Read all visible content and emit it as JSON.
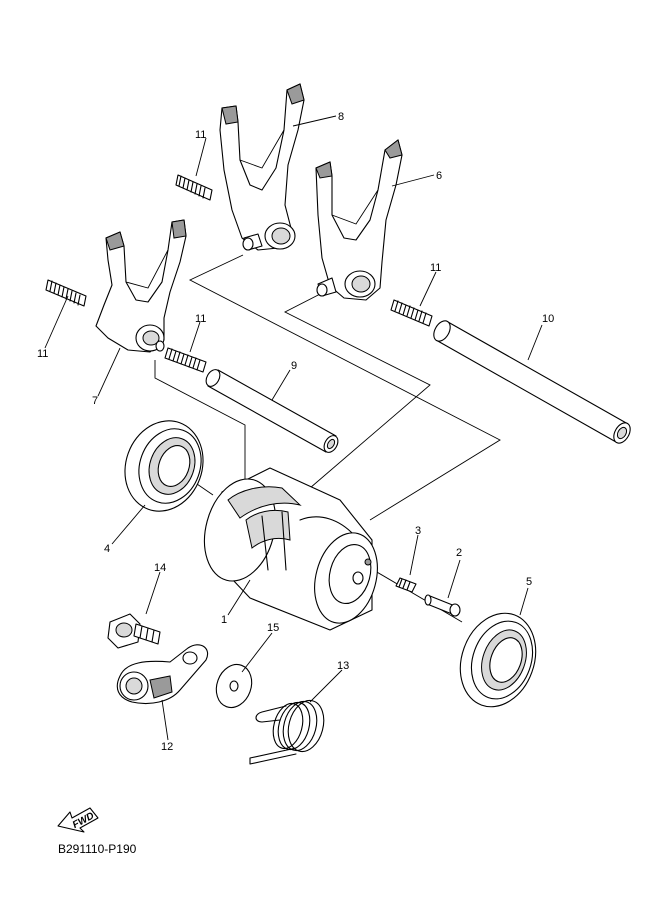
{
  "diagram_code": "B291110-P190",
  "fwd_label": "FWD",
  "callouts": [
    {
      "id": "1",
      "text": "1"
    },
    {
      "id": "2",
      "text": "2"
    },
    {
      "id": "3",
      "text": "3"
    },
    {
      "id": "4",
      "text": "4"
    },
    {
      "id": "5",
      "text": "5"
    },
    {
      "id": "6",
      "text": "6"
    },
    {
      "id": "7",
      "text": "7"
    },
    {
      "id": "8",
      "text": "8"
    },
    {
      "id": "9",
      "text": "9"
    },
    {
      "id": "10",
      "text": "10"
    },
    {
      "id": "11a",
      "text": "11"
    },
    {
      "id": "11b",
      "text": "11"
    },
    {
      "id": "11c",
      "text": "11"
    },
    {
      "id": "11d",
      "text": "11"
    },
    {
      "id": "12",
      "text": "12"
    },
    {
      "id": "13",
      "text": "13"
    },
    {
      "id": "14",
      "text": "14"
    },
    {
      "id": "15",
      "text": "15"
    }
  ]
}
